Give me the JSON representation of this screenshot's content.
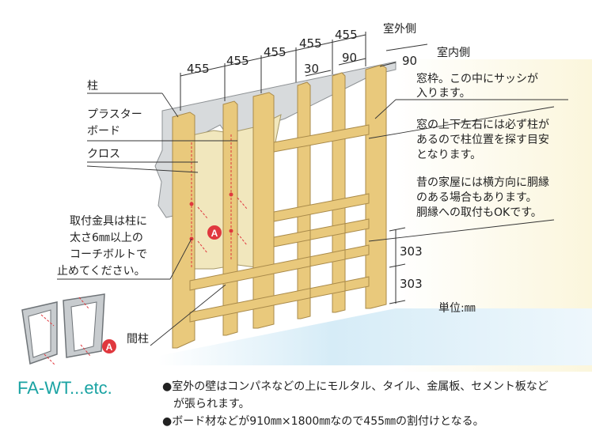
{
  "dimensions": {
    "stud_spacing": [
      "455",
      "455",
      "455",
      "455",
      "455"
    ],
    "window_gap": "30",
    "window_stud": "90",
    "side_90": "90",
    "rail_spacing": [
      "303",
      "303"
    ]
  },
  "side_labels": {
    "outside": "室外側",
    "inside": "室内側"
  },
  "left_labels": {
    "pillar": "柱",
    "plaster_board_line1": "プラスター",
    "plaster_board_line2": "ボード",
    "cloth": "クロス",
    "mount_line1": "取付金具は柱に",
    "mount_line2": "太さ6㎜以上の",
    "mount_line3": "コーチボルトで",
    "mount_line4": "止めてください。",
    "stud": "間柱"
  },
  "right_labels": {
    "frame_line1": "窓枠。この中にサッシが",
    "frame_line2": "入ります。",
    "column_line1": "窓の上下左右には必ず柱が",
    "column_line2": "あるので柱位置を探す目安",
    "column_line3": "となります。",
    "rail_line1": "昔の家屋には横方向に胴縁",
    "rail_line2": "のある場合もあります。",
    "rail_line3": "胴縁への取付もOKです。"
  },
  "unit_label": "単位:㎜",
  "marker": "A",
  "model_name": "FA-WT...etc.",
  "notes": [
    "●室外の壁はコンパネなどの上にモルタル、タイル、金属板、セメント板など",
    "　が張られます。",
    "●ボード材などが910㎜×1800㎜なので455㎜の割付けとなる。"
  ],
  "colors": {
    "wood": "#e7c67a",
    "wood_edge": "#b8914a",
    "board": "#d9dcde",
    "cloth": "#f4ecc8",
    "accent": "#1aa3a3",
    "marker": "#e0383e",
    "floor": "#dceff8"
  }
}
